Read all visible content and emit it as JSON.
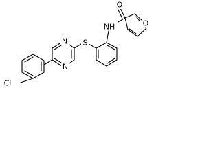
{
  "molecule": {
    "atoms": {
      "oxygen_carbonyl": "O",
      "nitrogen_amide": "NH",
      "oxygen_furan": "O",
      "sulfur": "S",
      "nitrogen_pyrimidine_top": "N",
      "nitrogen_pyrimidine_bottom": "N",
      "chlorine": "Cl"
    }
  }
}
